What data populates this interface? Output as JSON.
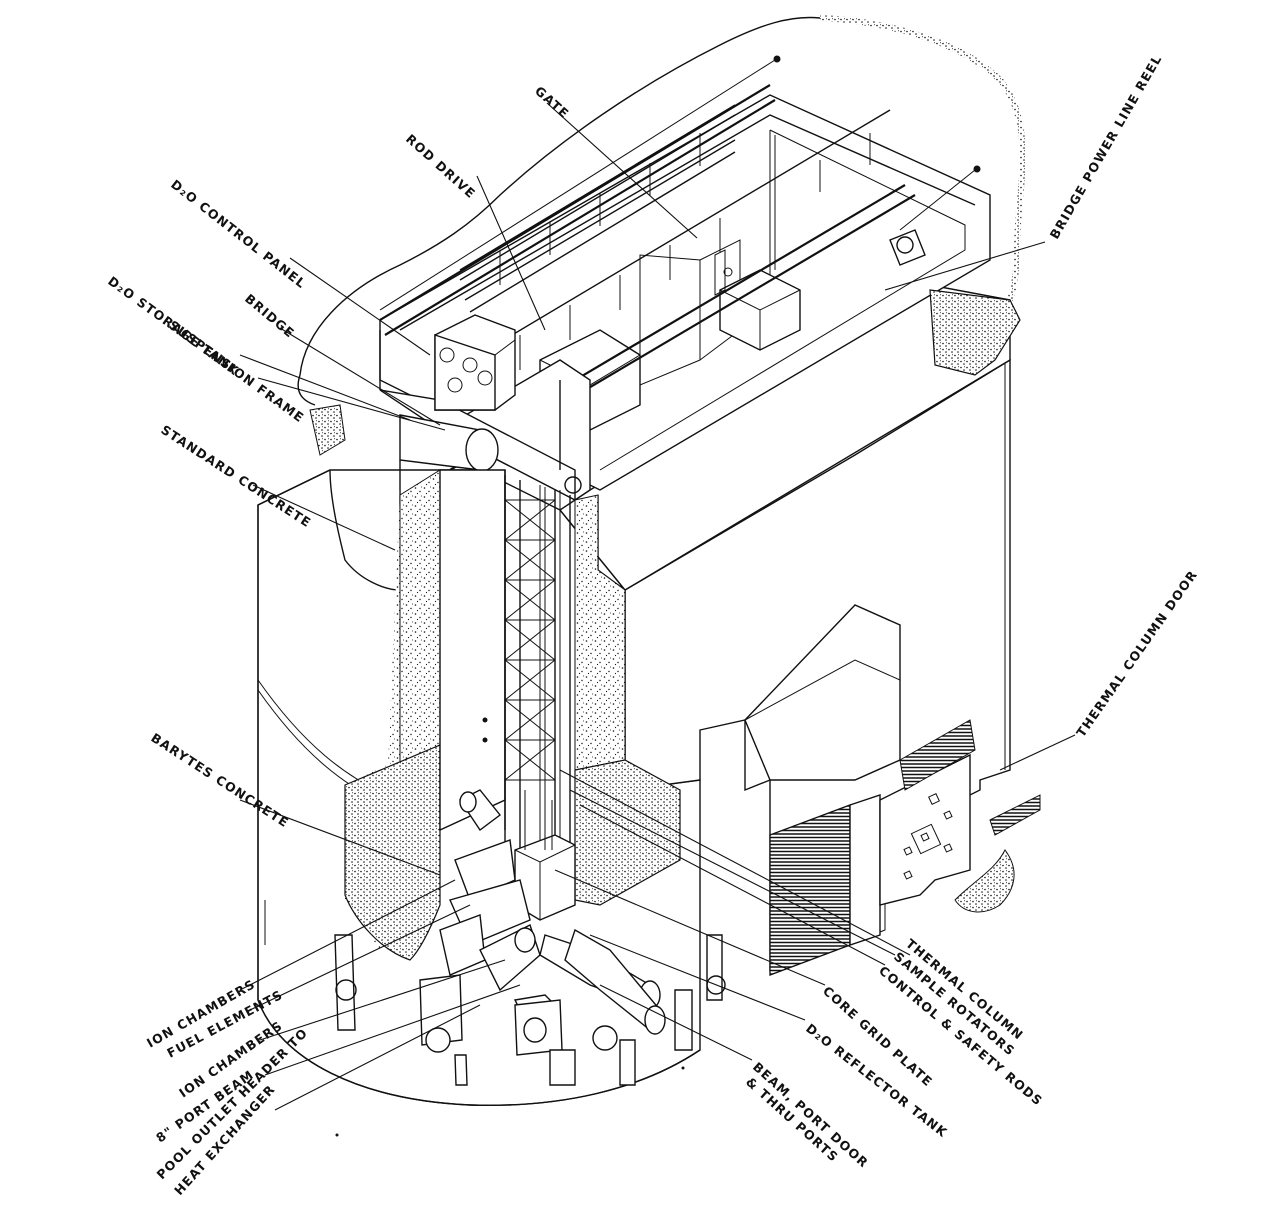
{
  "labels": {
    "gate": "GATE",
    "rod_drive": "ROD DRIVE",
    "d2o_control_panel": "D₂O CONTROL PANEL",
    "bridge": "BRIDGE",
    "d2o_storage_tank": "D₂O STORAGE TANK",
    "suspension_frame": "SUSPENSION FRAME",
    "standard_concrete": "STANDARD CONCRETE",
    "bridge_power_line_reel": "BRIDGE POWER LINE REEL",
    "thermal_column_door": "THERMAL COLUMN DOOR",
    "barytes_concrete": "BARYTES CONCRETE",
    "thermal_column": "THERMAL COLUMN",
    "sample_rotators": "SAMPLE ROTATORS",
    "control_safety_rods": "CONTROL & SAFETY RODS",
    "core_grid_plate": "CORE GRID PLATE",
    "d2o_reflector_tank": "D₂O REFLECTOR TANK",
    "beam_port_door_1": "BEAM, PORT DOOR",
    "beam_port_door_2": "& THRU PORTS",
    "ion_chambers_1": "ION CHAMBERS",
    "fuel_elements": "FUEL ELEMENTS",
    "ion_chambers_2": "ION CHAMBERS",
    "port_beam": "8\" PORT BEAM",
    "pool_outlet_1": "POOL OUTLET HEADER TO",
    "pool_outlet_2": "HEAT EXCHANGER"
  }
}
